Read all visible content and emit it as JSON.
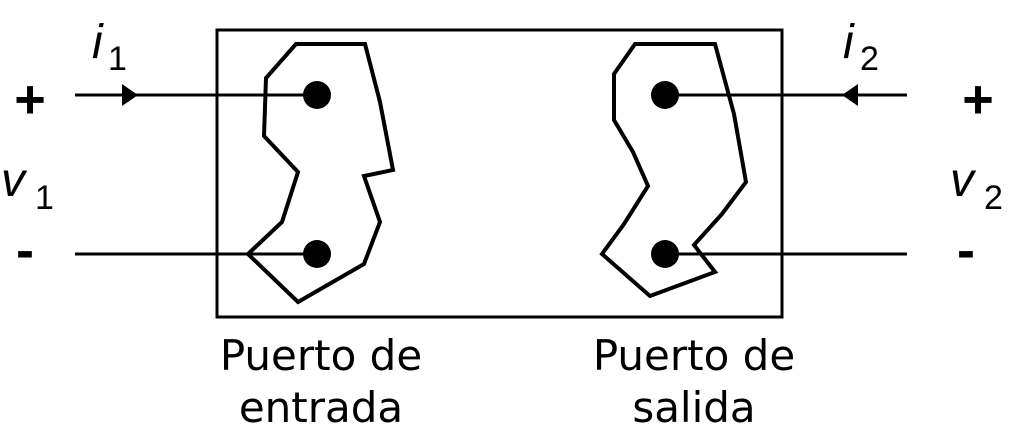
{
  "labels": {
    "i1": "i",
    "i1_sub": "1",
    "i2": "i",
    "i2_sub": "2",
    "v1": "v",
    "v1_sub": "1",
    "v2": "v",
    "v2_sub": "2",
    "plus_left": "+",
    "minus_left": "-",
    "plus_right": "+",
    "minus_right": "-"
  },
  "captions": {
    "input_line1": "Puerto de",
    "input_line2": "entrada",
    "output_line1": "Puerto de",
    "output_line2": "salida"
  }
}
